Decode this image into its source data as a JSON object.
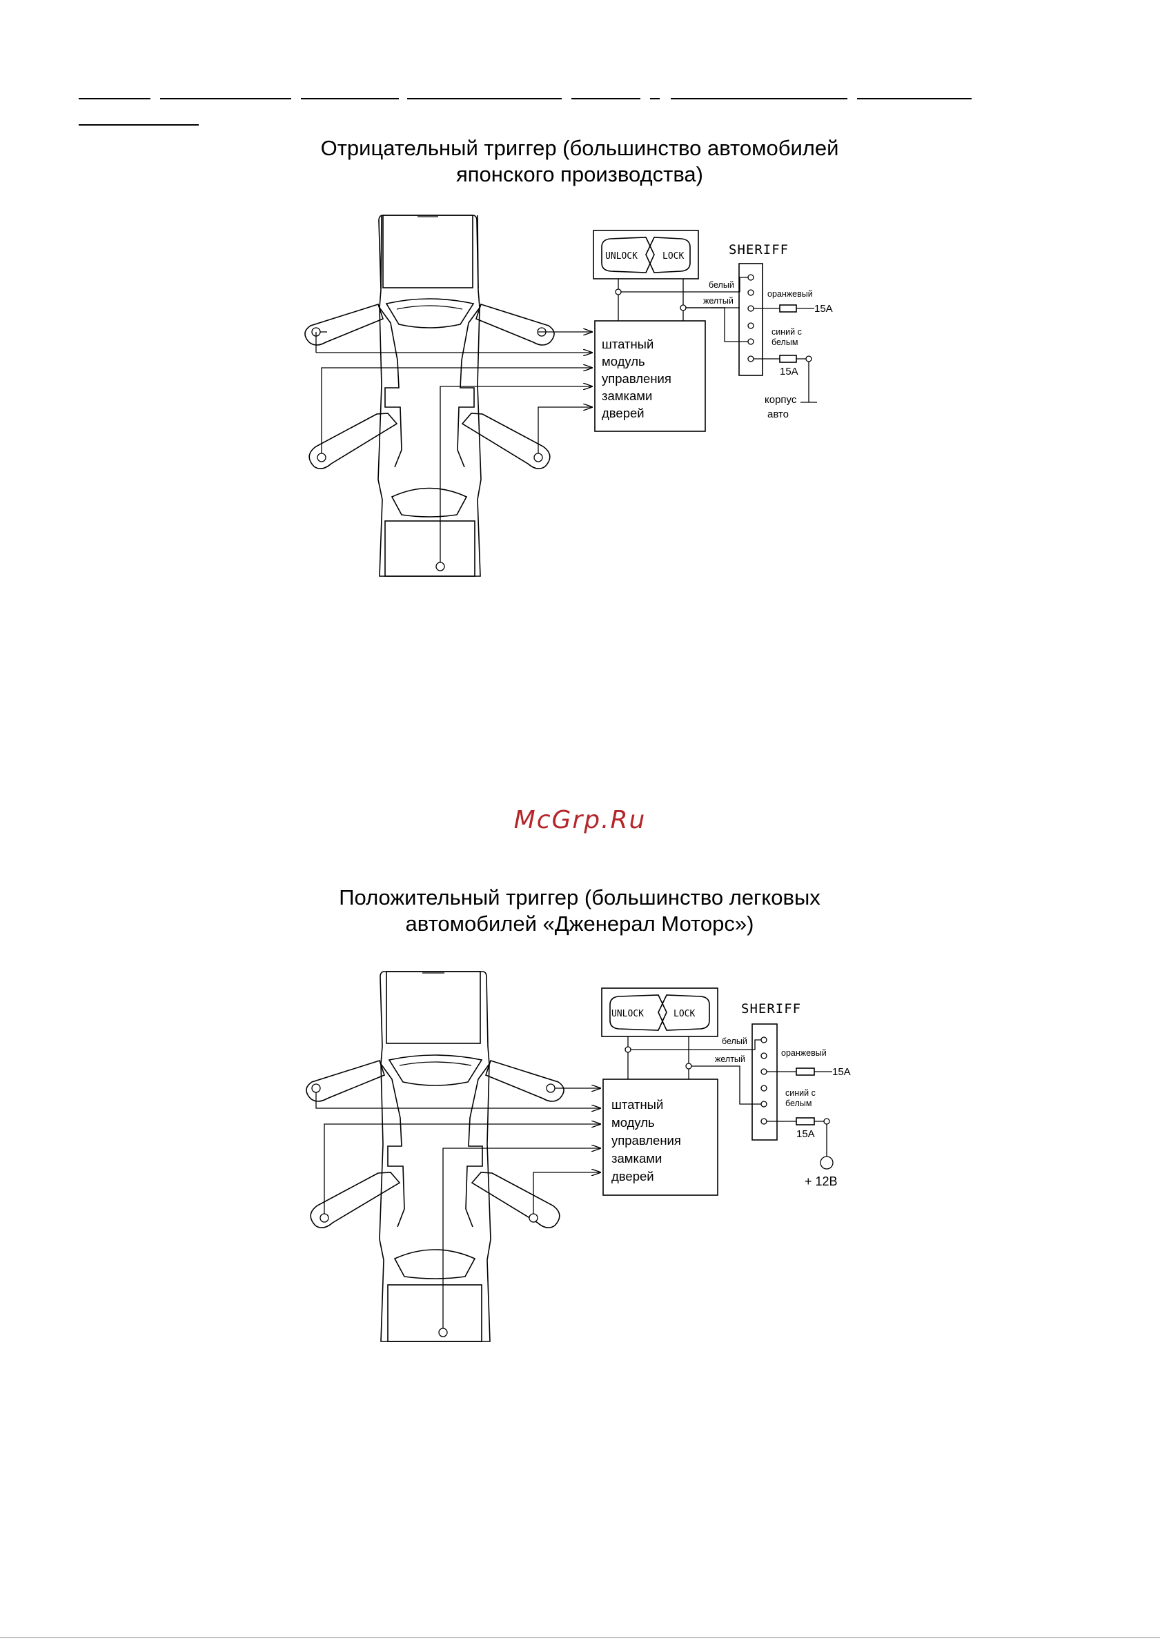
{
  "page": {
    "watermark": "McGrp.Ru"
  },
  "diagrams": [
    {
      "title_line1": "Отрицательный триггер (большинство автомобилей",
      "title_line2": "японского производства)",
      "remote": {
        "unlock": "UNLOCK",
        "lock": "LOCK"
      },
      "brand": "SHERIFF",
      "wires": {
        "white": "белый",
        "yellow": "желтый",
        "orange": "оранжевый",
        "blue_white_1": "синий с",
        "blue_white_2": "белым"
      },
      "fuse_1": "15A",
      "fuse_2": "15A",
      "module_lines": [
        "штатный",
        "модуль",
        "управления",
        "замками",
        "дверей"
      ],
      "terminal_line1": "корпус",
      "terminal_line2": "авто"
    },
    {
      "title_line1": "Положительный триггер (большинство легковых",
      "title_line2": "автомобилей «Дженерал Моторс»)",
      "remote": {
        "unlock": "UNLOCK",
        "lock": "LOCK"
      },
      "brand": "SHERIFF",
      "wires": {
        "white": "белый",
        "yellow": "желтый",
        "orange": "оранжевый",
        "blue_white_1": "синий с",
        "blue_white_2": "белым"
      },
      "fuse_1": "15A",
      "fuse_2": "15A",
      "module_lines": [
        "штатный",
        "модуль",
        "управления",
        "замками",
        "дверей"
      ],
      "terminal_line1": "+ 12B",
      "terminal_line2": ""
    }
  ]
}
